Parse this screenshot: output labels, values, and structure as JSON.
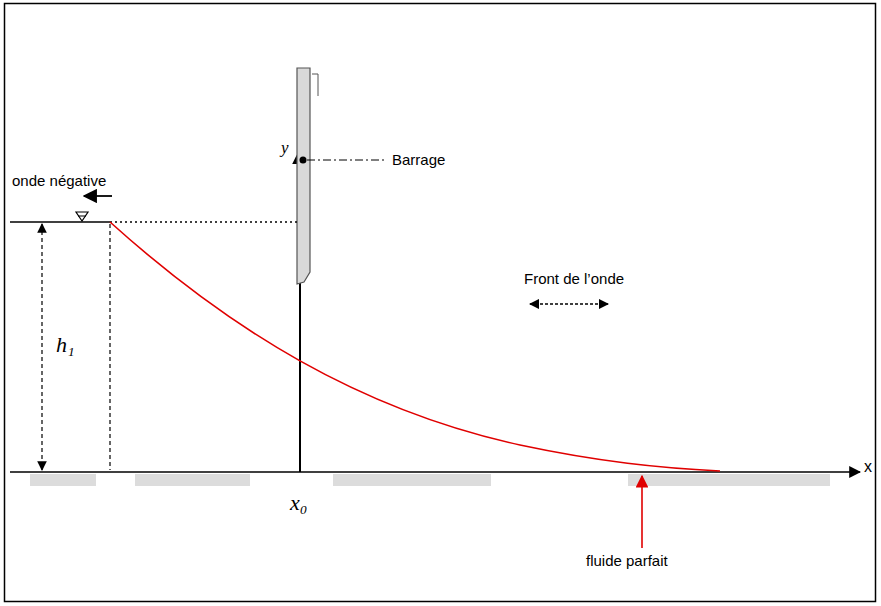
{
  "diagram": {
    "labels": [
      "Barrage",
      "y",
      "onde négative",
      "h₁",
      "x₀",
      "Front de l’onde",
      "fluide parfait",
      "x"
    ]
  }
}
